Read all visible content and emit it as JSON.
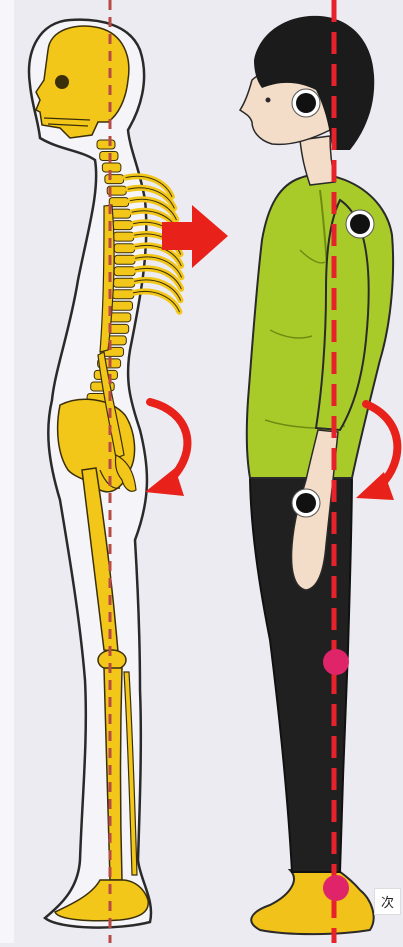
{
  "figure": {
    "colors": {
      "background": "#ecebf1",
      "bone": "#f3c719",
      "bone_outline": "#3b2f0a",
      "guide_line": "#e8222a",
      "skeleton_guide_line": "#b84a44",
      "arrow": "#e8221a",
      "hair": "#1b1b1b",
      "skin": "#f4ddc8",
      "shirt": "#a9cb2a",
      "pants": "#202020",
      "shoes": "#f1c21a",
      "landmark_black": "#111111",
      "landmark_pink": "#e0246a"
    },
    "icons": [
      "skeleton-figure",
      "person-figure",
      "forward-arrow-icon",
      "curved-arrow-icon",
      "landmark-dot-icon"
    ],
    "corner_text": "次"
  }
}
